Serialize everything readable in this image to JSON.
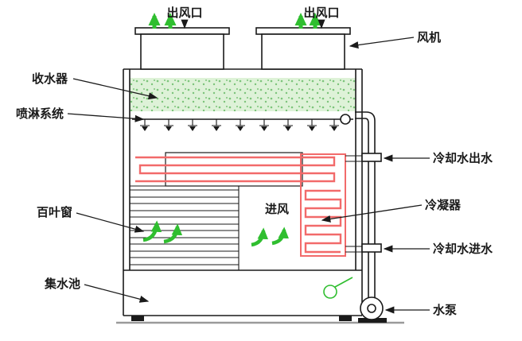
{
  "labels": {
    "air_outlet": "出风口",
    "fan": "风机",
    "water_collector": "收水器",
    "spray_system": "喷淋系统",
    "cooling_water_outlet": "冷却水出水",
    "condenser": "冷凝器",
    "cooling_water_inlet": "冷却水进水",
    "louver": "百叶窗",
    "air_inlet": "进风",
    "water_basin": "集水池",
    "water_pump": "水泵"
  },
  "colors": {
    "line": "#1a1a1a",
    "coil": "#f26a6a",
    "airflow_green": "#2fbe2f",
    "eliminator_fill": "#def2d8",
    "eliminator_dot": "#7cc47a"
  }
}
